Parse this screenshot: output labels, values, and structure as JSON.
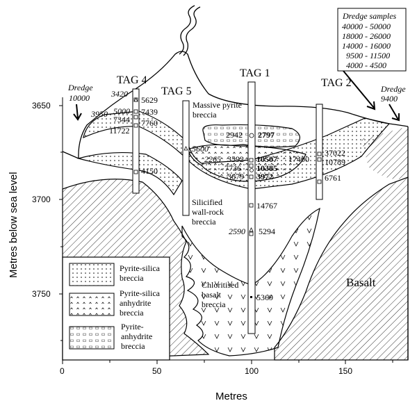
{
  "axes": {
    "ylabel": "Metres below sea level",
    "xlabel": "Metres",
    "yticks": [
      "3650",
      "3700",
      "3750"
    ],
    "xticks": [
      "0",
      "50",
      "100",
      "150"
    ]
  },
  "boreholes": {
    "tag4": "TAG 4",
    "tag5": "TAG 5",
    "tag1": "TAG 1",
    "tag2": "TAG 2"
  },
  "units": {
    "massive": [
      "Massive pyrite",
      "breccia"
    ],
    "silicified": [
      "Silicified",
      "wall-rock",
      "breccia"
    ],
    "chloritised": [
      "Chloritised",
      "basalt",
      "breccia"
    ],
    "basalt": "Basalt"
  },
  "dredge": {
    "left": [
      "Dredge",
      "10000"
    ],
    "right": [
      "Dredge",
      "9400"
    ],
    "box_title": "Dredge samples",
    "box_values": [
      "40000 - 50000",
      "18000 - 26000",
      "14000 - 16000",
      "9500 - 11500",
      "4000 -   4500"
    ]
  },
  "legend": {
    "ps": [
      "Pyrite-silica",
      "breccia"
    ],
    "psa": [
      "Pyrite-silica",
      "anhydrite",
      "breccia"
    ],
    "pa": [
      "Pyrite-",
      "anhydrite",
      "breccia"
    ]
  },
  "values": {
    "tag4": [
      "3420",
      "5629",
      "3950",
      "5000",
      "7439",
      "7344",
      "7760",
      "11722",
      "4150"
    ],
    "tag5": [
      "5600",
      "2265"
    ],
    "tag1": [
      "2942",
      "2797",
      "3592",
      "10507",
      "17400",
      "7736",
      "10385",
      "3679",
      "3972",
      "14767",
      "2590",
      "5294",
      "5369"
    ],
    "tag2": [
      "37022",
      "10789",
      "6761"
    ]
  },
  "colors": {
    "ink": "#000000",
    "paper": "#ffffff"
  }
}
